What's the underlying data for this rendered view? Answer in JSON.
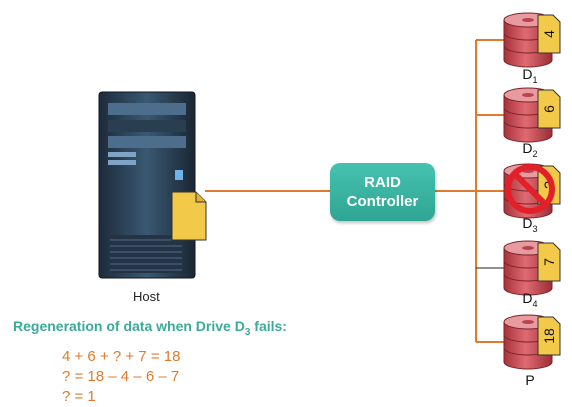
{
  "host": {
    "label": "Host"
  },
  "controller": {
    "line1": "RAID",
    "line2": "Controller"
  },
  "drives": [
    {
      "name": "D",
      "sub": "1",
      "value": "4",
      "failed": false
    },
    {
      "name": "D",
      "sub": "2",
      "value": "6",
      "failed": false
    },
    {
      "name": "D",
      "sub": "3",
      "value": "?",
      "failed": true
    },
    {
      "name": "D",
      "sub": "4",
      "value": "7",
      "failed": false
    },
    {
      "name": "P",
      "sub": "",
      "value": "18",
      "failed": false
    }
  ],
  "regeneration": {
    "heading_prefix": "Regeneration of data when Drive D",
    "heading_sub": "3",
    "heading_suffix": " fails:",
    "equations": [
      "4 + 6 + ? + 7 = 18",
      "? = 18 – 4 – 6 – 7",
      "? = 1"
    ]
  },
  "colors": {
    "connector": "#e07a2e",
    "controller": "#3bab98",
    "disk": "#c8444d",
    "note": "#f3c94a",
    "fail": "#e3202a"
  }
}
